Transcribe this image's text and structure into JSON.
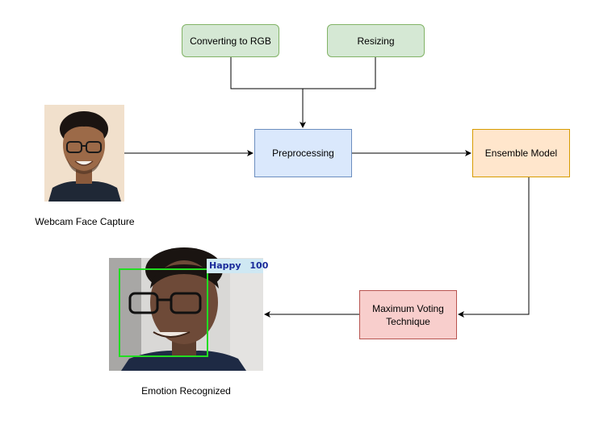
{
  "nodes": {
    "rgb": "Converting to RGB",
    "resize": "Resizing",
    "preprocess": "Preprocessing",
    "ensemble": "Ensemble Model",
    "voting": "Maximum Voting Technique"
  },
  "captions": {
    "webcam": "Webcam Face Capture",
    "result": "Emotion Recognized"
  },
  "detection": {
    "emotion": "Happy",
    "score": "100"
  },
  "colors": {
    "green_fill": "#d5e8d4",
    "blue_fill": "#dae8fc",
    "orange_fill": "#ffe6cc",
    "red_fill": "#f8cecc",
    "detection_box": "#22dd22",
    "detection_label_bg": "#cfe8f3",
    "detection_text": "#1a2a9a"
  }
}
